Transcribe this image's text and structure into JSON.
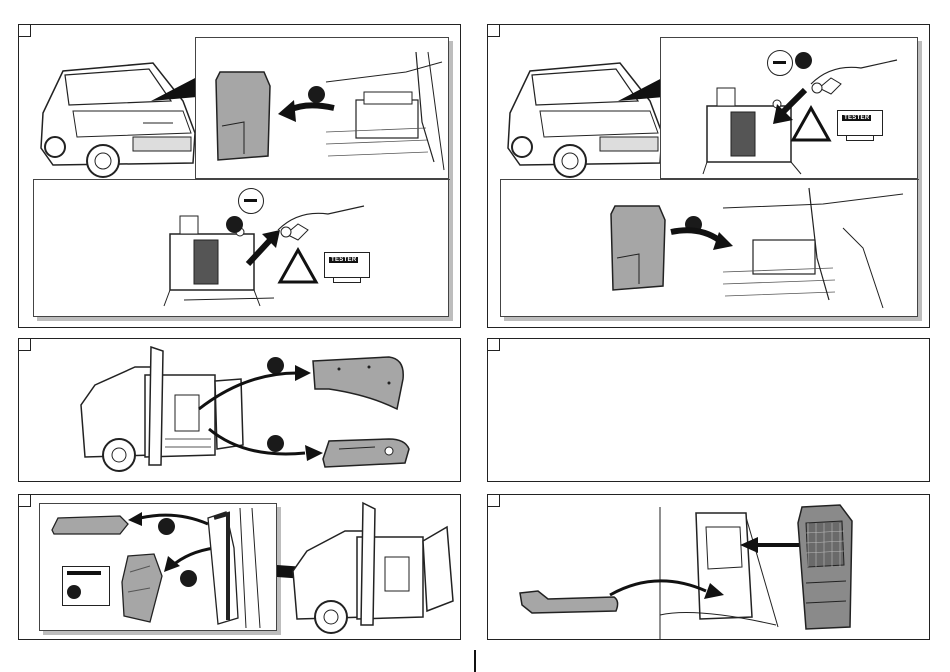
{
  "page": {
    "panels": [
      {
        "id": "step-1",
        "description_items": [
          "car-front-view",
          "battery-cover-removal",
          "battery-negative-disconnect"
        ]
      },
      {
        "id": "step-2",
        "description_items": [
          "car-front-view",
          "battery-negative-reconnect",
          "battery-cover-refit"
        ]
      },
      {
        "id": "step-3",
        "description_items": [
          "van-rear-open",
          "side-trim-panel",
          "lower-trim-panel"
        ]
      },
      {
        "id": "step-4",
        "description_items": []
      },
      {
        "id": "step-5",
        "description_items": [
          "pillar-trim-removal",
          "van-rear-open"
        ]
      },
      {
        "id": "step-6",
        "description_items": [
          "door-trim-fit",
          "sill-trim-fit"
        ]
      }
    ],
    "tester_label": "TESTER",
    "icons": {
      "minus": "minus-sign-icon",
      "warning": "warning-triangle-icon",
      "callout": "callout-dot-icon",
      "step": "step-checkbox-icon"
    }
  }
}
